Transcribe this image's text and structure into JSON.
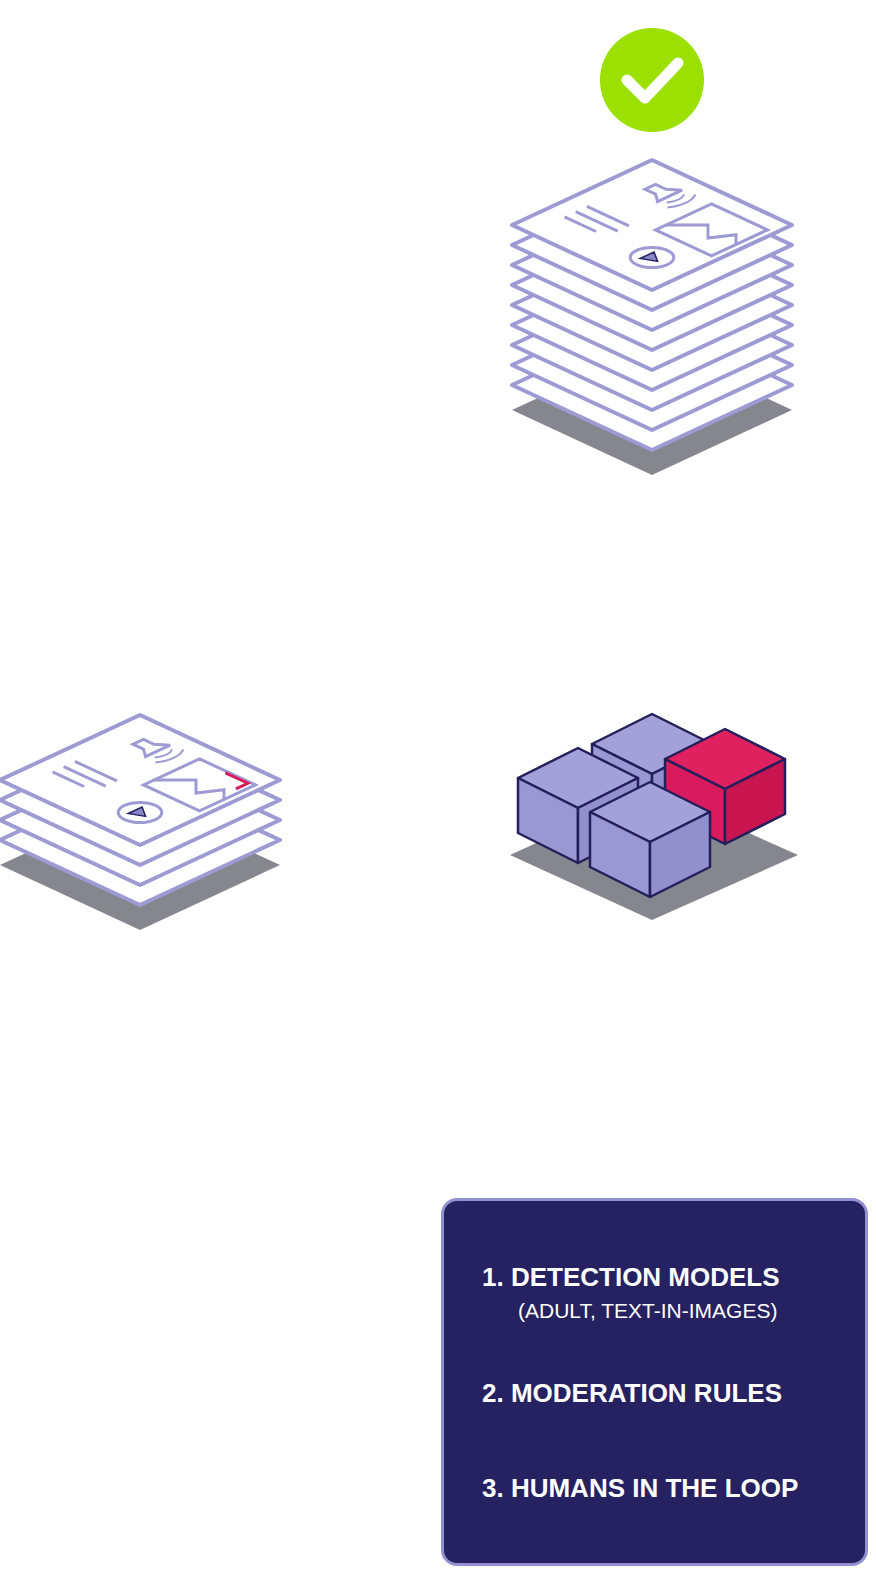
{
  "diagram": {
    "nodes": [
      {
        "text": [
          "1. DETECTION MODELS",
          "(ADULT, TEXT-IN-IMAGES)",
          "2. MODERATION RULES",
          "3. HUMANS IN THE LOOP"
        ]
      }
    ]
  }
}
